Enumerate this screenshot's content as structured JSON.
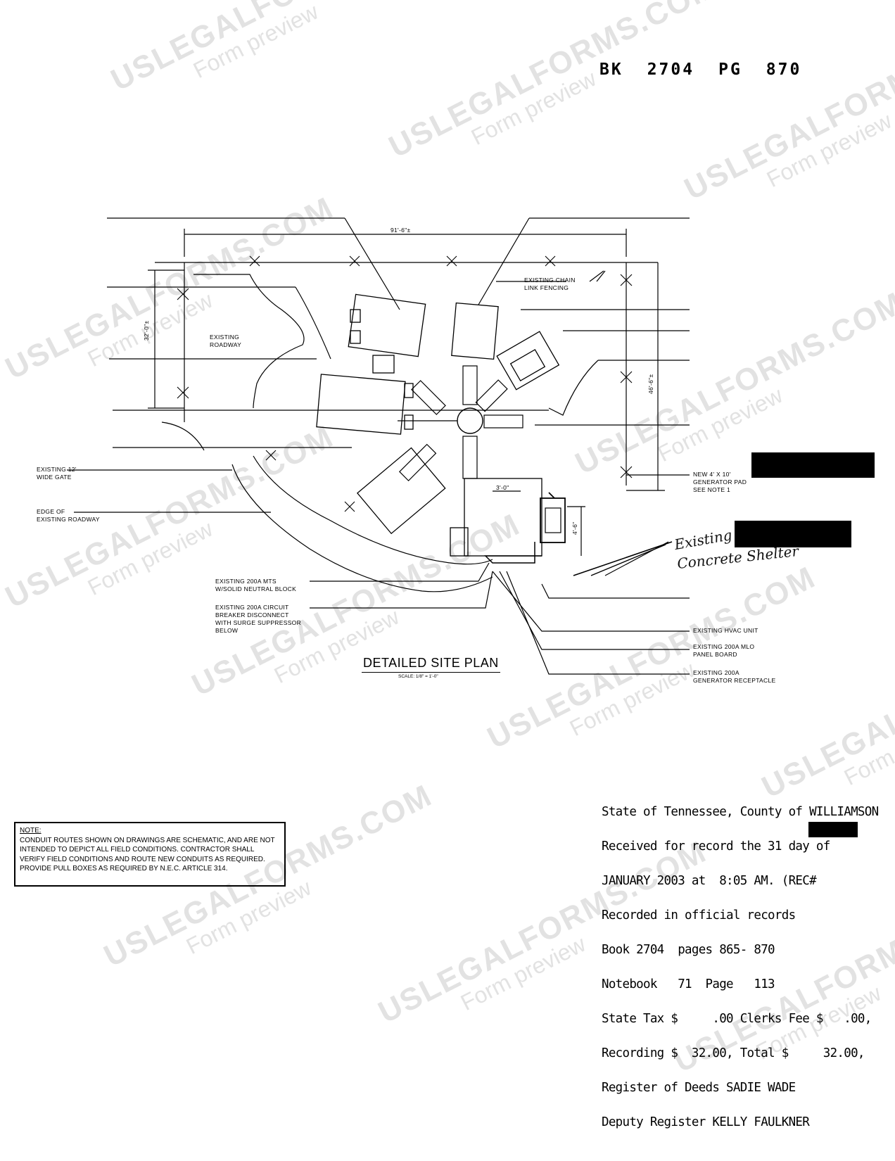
{
  "header": {
    "bk_label": "BK",
    "bk_value": "2704",
    "pg_label": "PG",
    "pg_value": "870"
  },
  "plan": {
    "title": "DETAILED SITE PLAN",
    "scale": "SCALE: 1/8\" = 1'-0\"",
    "dim_top": "91'-6\"±",
    "dim_left": "32'-0\"±",
    "dim_right": "46'-6\"±",
    "dim_shelter_w": "3'-0\"",
    "dim_shelter_h": "4'-6\"",
    "labels": {
      "chain_fence": "EXISTING CHAIN\nLINK FENCING",
      "roadway": "EXISTING\nROADWAY",
      "gate": "EXISTING 12'\nWIDE GATE",
      "edge_road": "EDGE OF\nEXISTING ROADWAY",
      "generator_pad": "NEW 4' X 10'\nGENERATOR PAD\nSEE NOTE 1",
      "mts": "EXISTING 200A MTS\nW/SOLID NEUTRAL BLOCK",
      "breaker": "EXISTING 200A CIRCUIT\nBREAKER DISCONNECT\nWITH SURGE SUPPRESSOR\nBELOW",
      "hvac": "EXISTING HVAC UNIT",
      "mlo": "EXISTING 200A MLO\nPANEL BOARD",
      "receptacle": "EXISTING 200A\nGENERATOR RECEPTACLE"
    },
    "handwritten_line1": "Existing",
    "handwritten_line2": "Concrete Shelter"
  },
  "note": {
    "heading": "NOTE:",
    "text": "CONDUIT ROUTES SHOWN ON DRAWINGS ARE SCHEMATIC, AND ARE NOT INTENDED TO DEPICT ALL FIELD CONDITIONS. CONTRACTOR SHALL VERIFY FIELD CONDITIONS AND ROUTE NEW CONDUITS AS REQUIRED. PROVIDE PULL BOXES AS REQUIRED BY N.E.C. ARTICLE 314."
  },
  "recording": {
    "lines": [
      "State of Tennessee, County of WILLIAMSON",
      "Received for record the 31 day of",
      "JANUARY 2003 at  8:05 AM. (REC#",
      "Recorded in official records",
      "Book 2704  pages 865- 870",
      "Notebook   71  Page   113",
      "State Tax $     .00 Clerks Fee $   .00,",
      "Recording $  32.00, Total $     32.00,",
      "Register of Deeds SADIE WADE",
      "Deputy Register KELLY FAULKNER"
    ]
  },
  "watermark": {
    "brand": "USLEGALFORMS.COM",
    "sub": "Form preview"
  }
}
